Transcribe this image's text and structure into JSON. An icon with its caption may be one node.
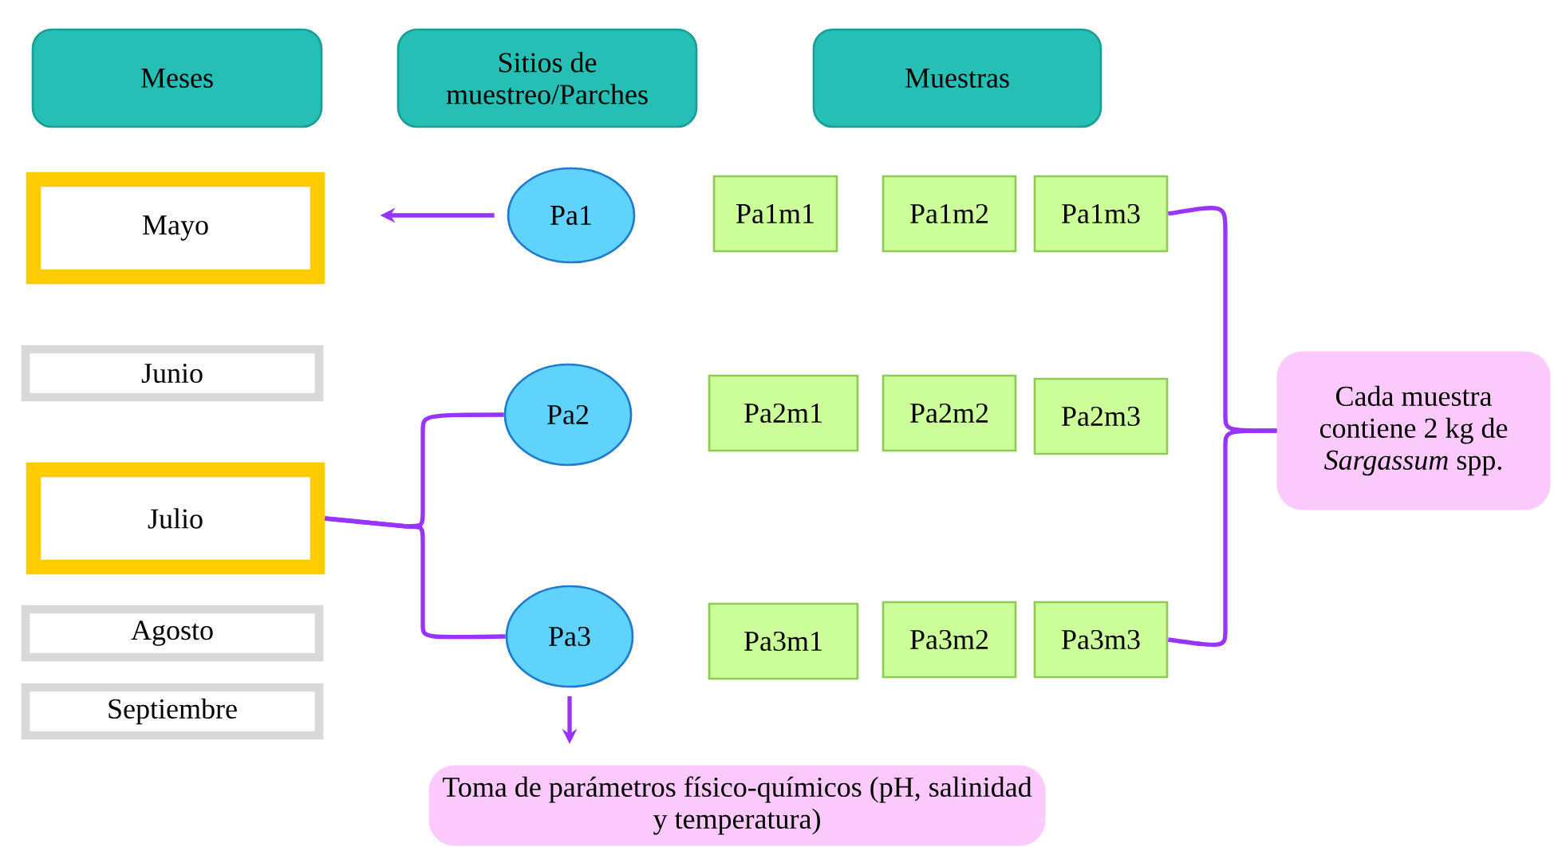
{
  "diagram": {
    "nodes": [
      {
        "text": [
          "Meses"
        ]
      },
      {
        "text": [
          "Sitios de muestreo/Parches"
        ]
      },
      {
        "text": [
          "Muestras"
        ]
      },
      {
        "text": [
          "Mayo"
        ]
      },
      {
        "text": [
          "Junio"
        ]
      },
      {
        "text": [
          "Julio"
        ]
      },
      {
        "text": [
          "Agosto"
        ]
      },
      {
        "text": [
          "Septiembre"
        ]
      },
      {
        "text": [
          "Pa1"
        ]
      },
      {
        "text": [
          "Pa2"
        ]
      },
      {
        "text": [
          "Pa3"
        ]
      },
      {
        "text": [
          "Pa1m1"
        ]
      },
      {
        "text": [
          "Pa1m2"
        ]
      },
      {
        "text": [
          "Pa1m3"
        ]
      },
      {
        "text": [
          "Pa2m1"
        ]
      },
      {
        "text": [
          "Pa2m2"
        ]
      },
      {
        "text": [
          "Pa2m3"
        ]
      },
      {
        "text": [
          "Pa3m1"
        ]
      },
      {
        "text": [
          "Pa3m2"
        ]
      },
      {
        "text": [
          "Pa3m3"
        ]
      },
      {
        "text": [
          "Cada muestra contiene 2 kg de *Sargassum* spp."
        ]
      },
      {
        "text": [
          "Toma de parámetros físico-químicos (pH, salinidad y temperatura)"
        ]
      }
    ],
    "edges": [
      {
        "from": 8,
        "to": 3,
        "arrow": "to"
      },
      {
        "from": 5,
        "to": 9,
        "arrow": "none"
      },
      {
        "from": 5,
        "to": 10,
        "arrow": "none"
      },
      {
        "from": 13,
        "to": 20,
        "arrow": "none"
      },
      {
        "from": 19,
        "to": 20,
        "arrow": "none"
      },
      {
        "from": 10,
        "to": 21,
        "arrow": "to"
      }
    ]
  }
}
